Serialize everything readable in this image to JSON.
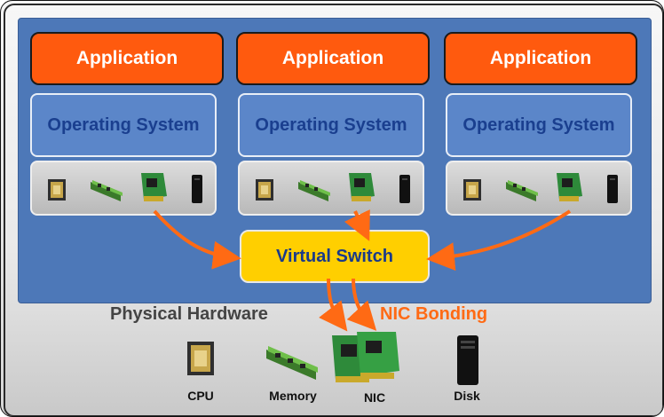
{
  "vms": [
    {
      "application": "Application",
      "os": "Operating System"
    },
    {
      "application": "Application",
      "os": "Operating System"
    },
    {
      "application": "Application",
      "os": "Operating System"
    }
  ],
  "virtual_switch": "Virtual Switch",
  "physical_hardware": "Physical Hardware",
  "nic_bonding": "NIC Bonding",
  "hardware_labels": {
    "cpu": "CPU",
    "memory": "Memory",
    "nic": "NIC",
    "disk": "Disk"
  },
  "colors": {
    "application": "#ff5a0e",
    "virtual_layer": "#4d78b8",
    "switch": "#ffcf00",
    "arrow": "#ff6a14",
    "os_text": "#1a3f8f"
  }
}
